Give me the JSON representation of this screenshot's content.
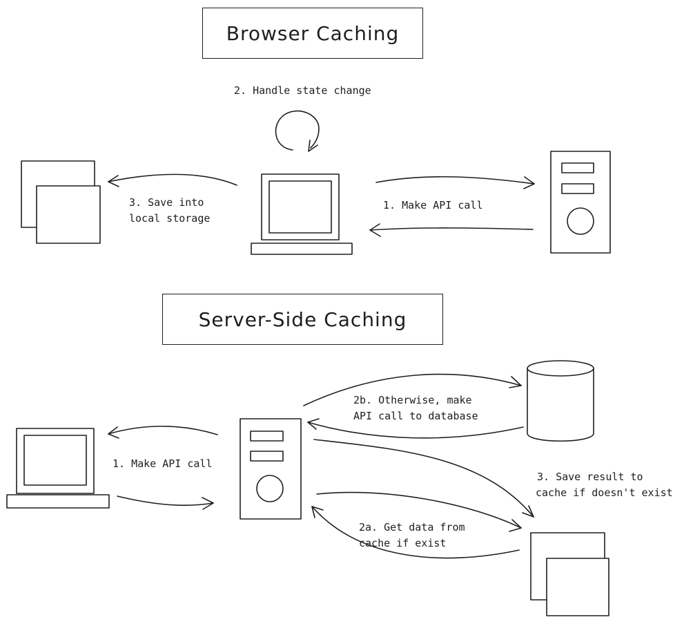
{
  "browser": {
    "title": "Browser Caching",
    "step_state": "2. Handle state change",
    "step_save_1": "3. Save into",
    "step_save_2": "local storage",
    "step_api": "1. Make API call"
  },
  "server": {
    "title": "Server-Side Caching",
    "step_api": "1. Make API call",
    "step_db_1": "2b. Otherwise, make",
    "step_db_2": "API call to database",
    "step_cache_1": "3. Save result to",
    "step_cache_2": "cache if doesn't exist",
    "step_get_1": "2a. Get data from",
    "step_get_2": "cache if exist"
  },
  "icons": {
    "browser_storage": "storage-pages-icon",
    "browser_client": "computer-icon",
    "browser_server": "server-tower-icon",
    "server_client": "computer-icon",
    "server_app": "server-tower-icon",
    "database": "database-cylinder-icon",
    "cache": "cache-pages-icon"
  }
}
